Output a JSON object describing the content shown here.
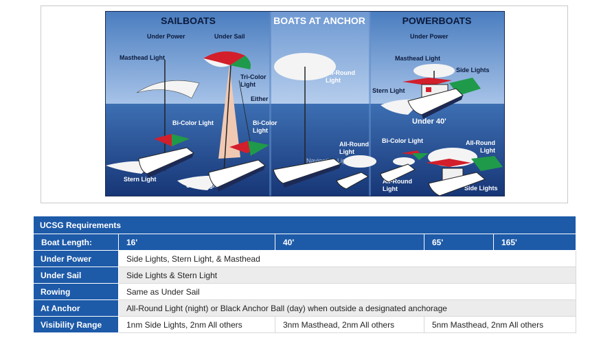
{
  "illustration": {
    "sections": {
      "sailboats": "SAILBOATS",
      "anchor": "BOATS AT ANCHOR",
      "powerboats": "POWERBOATS"
    },
    "labels": {
      "under_power": "Under Power",
      "under_sail": "Under Sail",
      "masthead_light": "Masthead Light",
      "tri_color_1": "Tri-Color",
      "tri_color_2": "Light",
      "either": "Either",
      "bicolor_a": "Bi-Color Light",
      "bicolor_b1": "Bi-Color",
      "bicolor_b2": "Light",
      "stern_light_a": "Stern Light",
      "stern_light_b": "Stern Light",
      "all_round_1": "All-Round",
      "all_round_2": "Light",
      "all_round_small_1": "All-Round",
      "all_round_small_2": "Light",
      "watermark": "Navigation Lights",
      "pb_under_power": "Under Power",
      "pb_masthead": "Masthead Light",
      "pb_side_lights": "Side Lights",
      "pb_stern_light": "Stern Light",
      "under_40": "Under 40'",
      "pb_bicolor": "Bi-Color Light",
      "pb_all_round_1": "All-Round",
      "pb_all_round_2": "Light",
      "pb_all_round_b1": "All-Round",
      "pb_all_round_b2": "Light",
      "pb_side_lights_2": "Side Lights"
    },
    "colors": {
      "sky_top": "#4a7dbf",
      "sky_bottom": "#9dbce4",
      "water_top": "#3d6fb3",
      "water_bottom": "#1c3f82",
      "red": "#d21f2b",
      "green": "#1f9a4a",
      "white_light": "#f4f4f4"
    }
  },
  "table": {
    "title": "UCSG Requirements",
    "header": {
      "label": "Boat Length:",
      "cols": [
        "16'",
        "40'",
        "65'",
        "165'"
      ]
    },
    "rows": [
      {
        "label": "Under Power",
        "value": "Side Lights, Stern Light, & Masthead"
      },
      {
        "label": "Under Sail",
        "value": "Side Lights & Stern Light"
      },
      {
        "label": "Rowing",
        "value": "Same as Under Sail"
      },
      {
        "label": "At Anchor",
        "value": "All-Round Light (night) or Black Anchor Ball (day) when outside a designated anchorage"
      }
    ],
    "visibility": {
      "label": "Visibility Range",
      "values": [
        "1nm Side Lights, 2nm All others",
        "3nm Masthead, 2nm All others",
        "5nm Masthead, 2nm All others"
      ]
    }
  }
}
